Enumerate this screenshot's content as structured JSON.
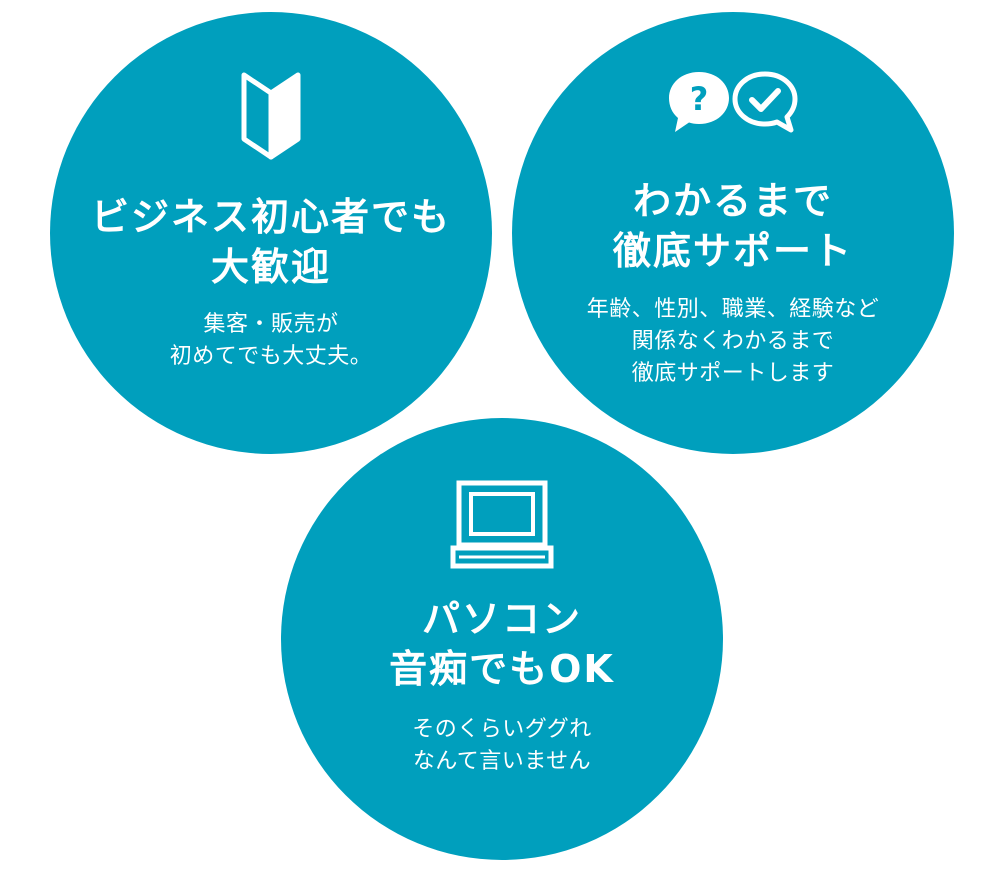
{
  "colors": {
    "circle": "#009fbd",
    "text": "#ffffff"
  },
  "features": [
    {
      "icon": "beginner-mark-icon",
      "title_lines": [
        "ビジネス初心者でも",
        "大歓迎"
      ],
      "desc_lines": [
        "集客・販売が",
        "初めてでも大丈夫。"
      ]
    },
    {
      "icon": "question-check-chat-icon",
      "title_lines": [
        "わかるまで",
        "徹底サポート"
      ],
      "desc_lines": [
        "年齢、性別、職業、経験など",
        "関係なくわかるまで",
        "徹底サポートします"
      ]
    },
    {
      "icon": "laptop-icon",
      "title_lines": [
        "パソコン",
        "音痴でもOK"
      ],
      "desc_lines": [
        "そのくらいググれ",
        "なんて言いません"
      ]
    }
  ]
}
